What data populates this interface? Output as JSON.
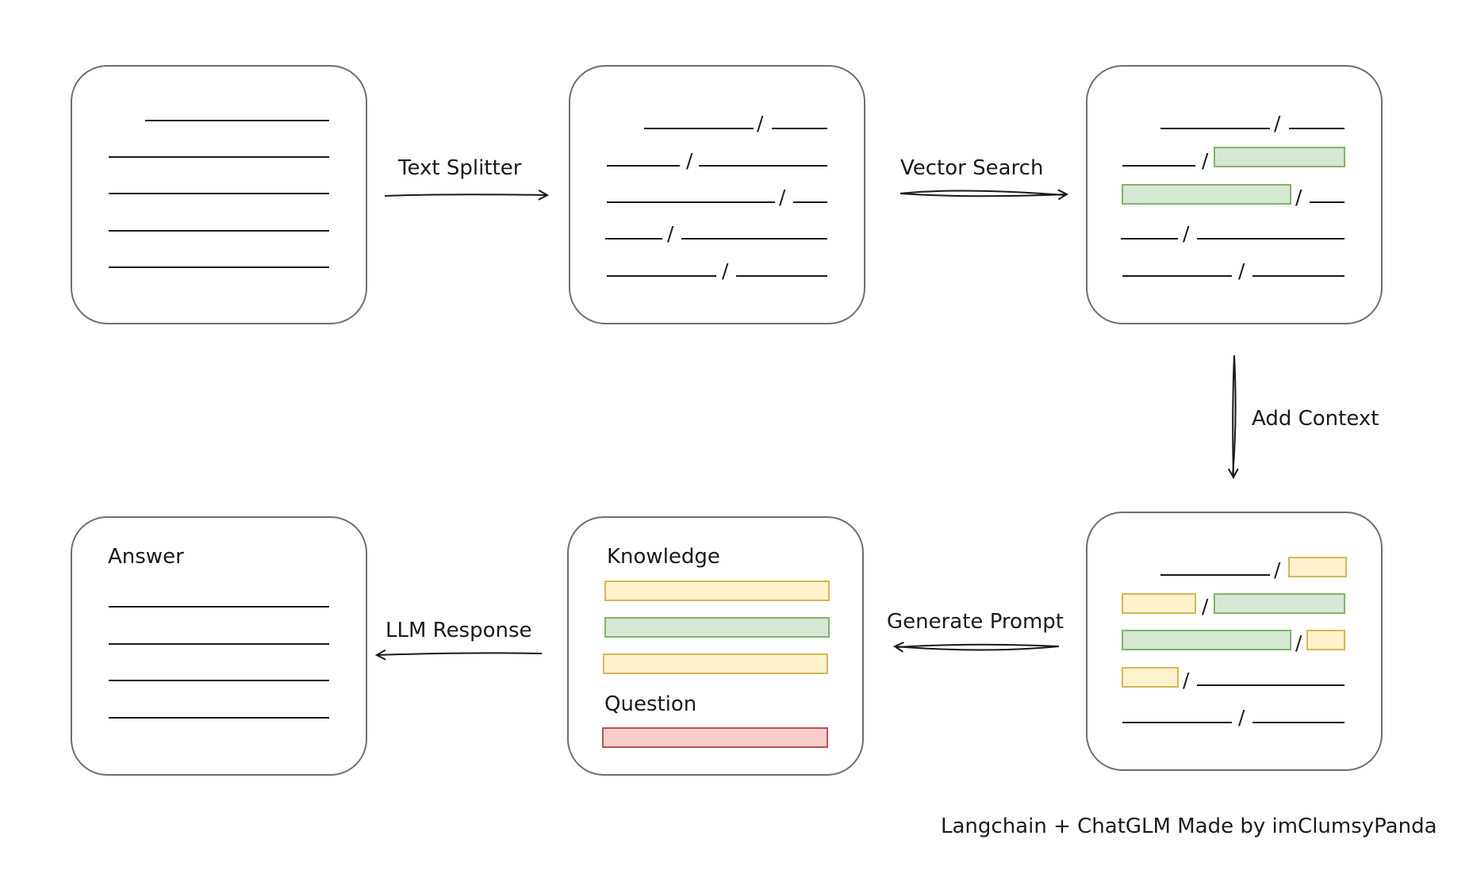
{
  "steps": {
    "text_splitter": "Text Splitter",
    "vector_search": "Vector Search",
    "add_context": "Add Context",
    "generate_prompt": "Generate Prompt",
    "llm_response": "LLM Response"
  },
  "cards": {
    "knowledge_title": "Knowledge",
    "question_title": "Question",
    "answer_title": "Answer"
  },
  "footer": {
    "credit": "Langchain + ChatGLM Made by imClumsyPanda"
  },
  "colors": {
    "green_fill": "#d5e8d4",
    "green_stroke": "#82b366",
    "yellow_fill": "#fff2cc",
    "yellow_stroke": "#d6b656",
    "red_fill": "#f8cecc",
    "red_stroke": "#b85450"
  }
}
